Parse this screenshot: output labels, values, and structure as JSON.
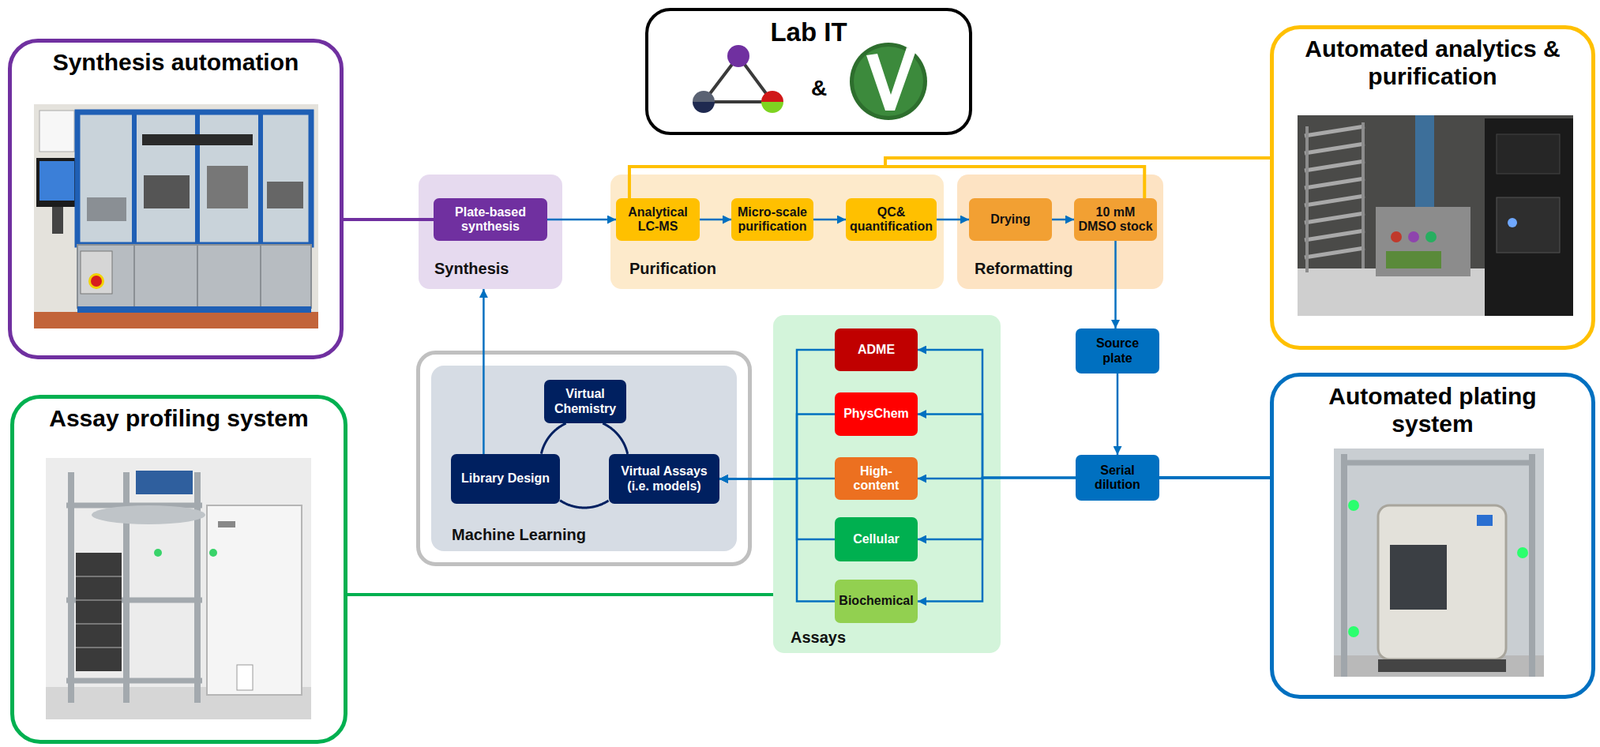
{
  "diagram": {
    "nodes": [
      {
        "text": [
          "Synthesis automation"
        ]
      },
      {
        "text": [
          "Lab IT"
        ]
      },
      {
        "text": [
          "Automated analytics & purification"
        ]
      },
      {
        "text": [
          "Synthesis"
        ]
      },
      {
        "text": [
          "Plate-based synthesis"
        ],
        "in": 3
      },
      {
        "text": [
          "Purification"
        ]
      },
      {
        "text": [
          "Analytical LC-MS"
        ],
        "in": 5
      },
      {
        "text": [
          "Micro-scale purification"
        ],
        "in": 5
      },
      {
        "text": [
          "QC& quantification"
        ],
        "in": 5
      },
      {
        "text": [
          "Reformatting"
        ]
      },
      {
        "text": [
          "Drying"
        ],
        "in": 9
      },
      {
        "text": [
          "10 mM DMSO stock"
        ],
        "in": 9
      },
      {
        "text": [
          "Source plate"
        ]
      },
      {
        "text": [
          "Assay profiling system"
        ]
      },
      {
        "text": [
          "Machine Learning"
        ]
      },
      {
        "text": [
          "Virtual Chemistry"
        ],
        "in": 14
      },
      {
        "text": [
          "Library Design"
        ],
        "in": 14
      },
      {
        "text": [
          "Virtual Assays (i.e. models)"
        ],
        "in": 14
      },
      {
        "text": [
          "Assays"
        ]
      },
      {
        "text": [
          "ADME"
        ],
        "in": 18
      },
      {
        "text": [
          "PhysChem"
        ],
        "in": 18
      },
      {
        "text": [
          "High-content"
        ],
        "in": 18
      },
      {
        "text": [
          "Cellular"
        ],
        "in": 18
      },
      {
        "text": [
          "Biochemical"
        ],
        "in": 18
      },
      {
        "text": [
          "Serial dilution"
        ]
      },
      {
        "text": [
          "Automated plating system"
        ]
      }
    ],
    "edges": [
      {
        "from": 0,
        "to": 4,
        "arrow": "none"
      },
      {
        "from": 2,
        "to": 6,
        "arrow": "none"
      },
      {
        "from": 2,
        "to": 11,
        "arrow": "none"
      },
      {
        "from": 4,
        "to": 6,
        "arrow": "to"
      },
      {
        "from": 6,
        "to": 7,
        "arrow": "to"
      },
      {
        "from": 7,
        "to": 8,
        "arrow": "to"
      },
      {
        "from": 8,
        "to": 10,
        "arrow": "to"
      },
      {
        "from": 10,
        "to": 11,
        "arrow": "to"
      },
      {
        "from": 11,
        "to": 12,
        "arrow": "to"
      },
      {
        "from": 12,
        "to": 24,
        "arrow": "to"
      },
      {
        "from": 24,
        "to": 25,
        "arrow": "none"
      },
      {
        "from": 24,
        "to": 19,
        "arrow": "to"
      },
      {
        "from": 24,
        "to": 20,
        "arrow": "to"
      },
      {
        "from": 24,
        "to": 21,
        "arrow": "to"
      },
      {
        "from": 24,
        "to": 22,
        "arrow": "to"
      },
      {
        "from": 24,
        "to": 23,
        "arrow": "to"
      },
      {
        "from": 19,
        "to": 17,
        "arrow": "to"
      },
      {
        "from": 20,
        "to": 17,
        "arrow": "to"
      },
      {
        "from": 21,
        "to": 17,
        "arrow": "to"
      },
      {
        "from": 22,
        "to": 17,
        "arrow": "to"
      },
      {
        "from": 23,
        "to": 17,
        "arrow": "to"
      },
      {
        "from": 16,
        "to": 3,
        "arrow": "to"
      },
      {
        "from": 15,
        "to": 16,
        "arrow": "none"
      },
      {
        "from": 16,
        "to": 17,
        "arrow": "none"
      },
      {
        "from": 17,
        "to": 15,
        "arrow": "none"
      },
      {
        "from": 13,
        "to": 18,
        "arrow": "none"
      }
    ],
    "labels": [
      "&"
    ]
  }
}
